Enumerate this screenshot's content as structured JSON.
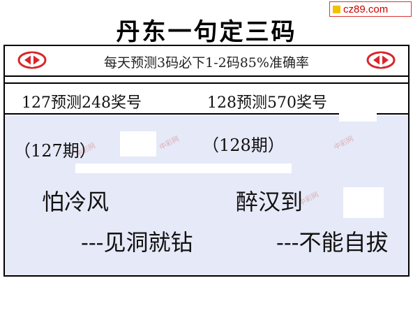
{
  "badge": {
    "text": "cz89.com"
  },
  "title": "丹东一句定三码",
  "banner": "每天预测3码必下1-2码85%准确率",
  "prediction_row": {
    "left": "127预测248奖号",
    "right": "128预测570奖号"
  },
  "issues": {
    "left_label": "（127期）",
    "right_label": "（128期）"
  },
  "poems": {
    "left_line1": "怕冷风",
    "left_line2": "---见洞就钻",
    "right_line1": "醉汉到",
    "right_line2": "---不能自拔"
  },
  "colors": {
    "badge_red": "#cc0000",
    "badge_yellow": "#f2c200",
    "panel_bg": "#e6e9f7",
    "logo_red": "#d9262b"
  },
  "icons": {
    "logo": "lottery-logo-icon",
    "badge": "square-icon"
  }
}
